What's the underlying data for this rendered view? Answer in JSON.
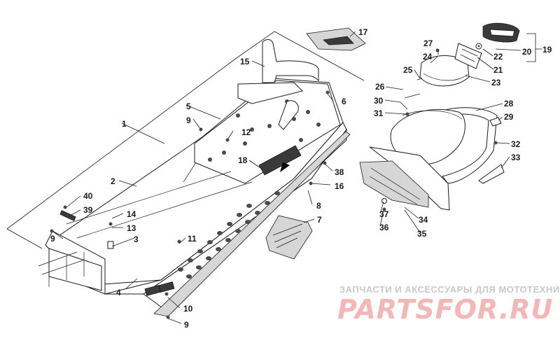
{
  "callouts": [
    "1",
    "2",
    "3",
    "4",
    "5",
    "6",
    "7",
    "8",
    "9",
    "9",
    "9",
    "10",
    "11",
    "12",
    "13",
    "14",
    "15",
    "16",
    "17",
    "18",
    "19",
    "20",
    "21",
    "22",
    "23",
    "24",
    "25",
    "26",
    "27",
    "28",
    "29",
    "30",
    "31",
    "32",
    "33",
    "34",
    "35",
    "36",
    "37",
    "38",
    "39",
    "40"
  ],
  "watermark": {
    "subtitle": "ЗАПЧАСТИ И АКСЕССУАРЫ ДЛЯ МОТОТЕХНИКИ",
    "brand": "PARTSFOR.RU"
  }
}
